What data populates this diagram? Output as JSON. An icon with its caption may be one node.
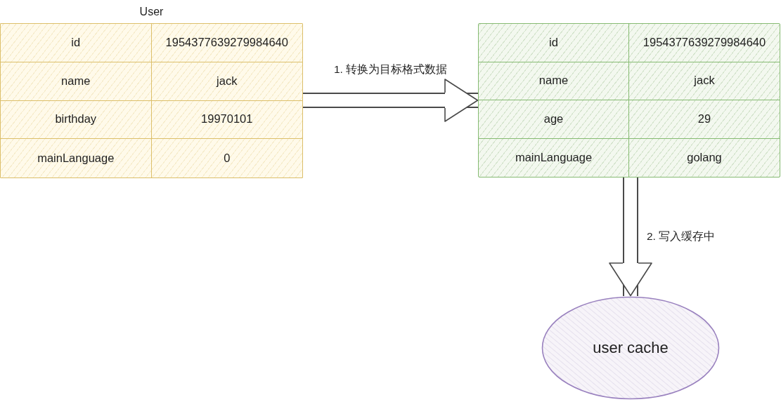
{
  "diagram": {
    "nodes": [
      {
        "text": [
          "User"
        ]
      },
      {
        "text": [
          "id"
        ],
        "in": 0
      },
      {
        "text": [
          "1954377639279984640"
        ],
        "in": 0
      },
      {
        "text": [
          "name"
        ],
        "in": 0
      },
      {
        "text": [
          "jack"
        ],
        "in": 0
      },
      {
        "text": [
          "birthday"
        ],
        "in": 0
      },
      {
        "text": [
          "19970101"
        ],
        "in": 0
      },
      {
        "text": [
          "mainLanguage"
        ],
        "in": 0
      },
      {
        "text": [
          "0"
        ],
        "in": 0
      },
      {
        "text": [],
        "shape": "box"
      },
      {
        "text": [
          "id"
        ],
        "in": 9
      },
      {
        "text": [
          "1954377639279984640"
        ],
        "in": 9
      },
      {
        "text": [
          "name"
        ],
        "in": 9
      },
      {
        "text": [
          "jack"
        ],
        "in": 9
      },
      {
        "text": [
          "age"
        ],
        "in": 9
      },
      {
        "text": [
          "29"
        ],
        "in": 9
      },
      {
        "text": [
          "mainLanguage"
        ],
        "in": 9
      },
      {
        "text": [
          "golang"
        ],
        "in": 9
      },
      {
        "text": [
          "user cache"
        ]
      }
    ],
    "edges": [
      {
        "from": 0,
        "to": 9,
        "arrow": "to",
        "label": "1. 转换为目标格式数据"
      },
      {
        "from": 9,
        "to": 18,
        "arrow": "to",
        "label": "2. 写入缓存中"
      }
    ]
  }
}
